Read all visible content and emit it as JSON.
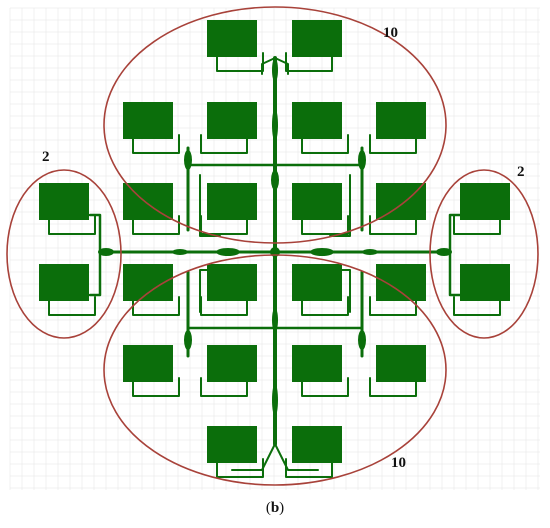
{
  "figure": {
    "caption_open": "(",
    "caption_letter": "b",
    "caption_close": ")",
    "colors": {
      "copper": "#0b6e0b",
      "group_outline": "#a8423a",
      "grid": "#e6e6e6",
      "background": "#ffffff"
    }
  },
  "groups": [
    {
      "id": "top",
      "count_label": "10"
    },
    {
      "id": "left",
      "count_label": "2"
    },
    {
      "id": "right",
      "count_label": "2"
    },
    {
      "id": "bottom",
      "count_label": "10"
    }
  ],
  "array": {
    "element_count": 24
  }
}
